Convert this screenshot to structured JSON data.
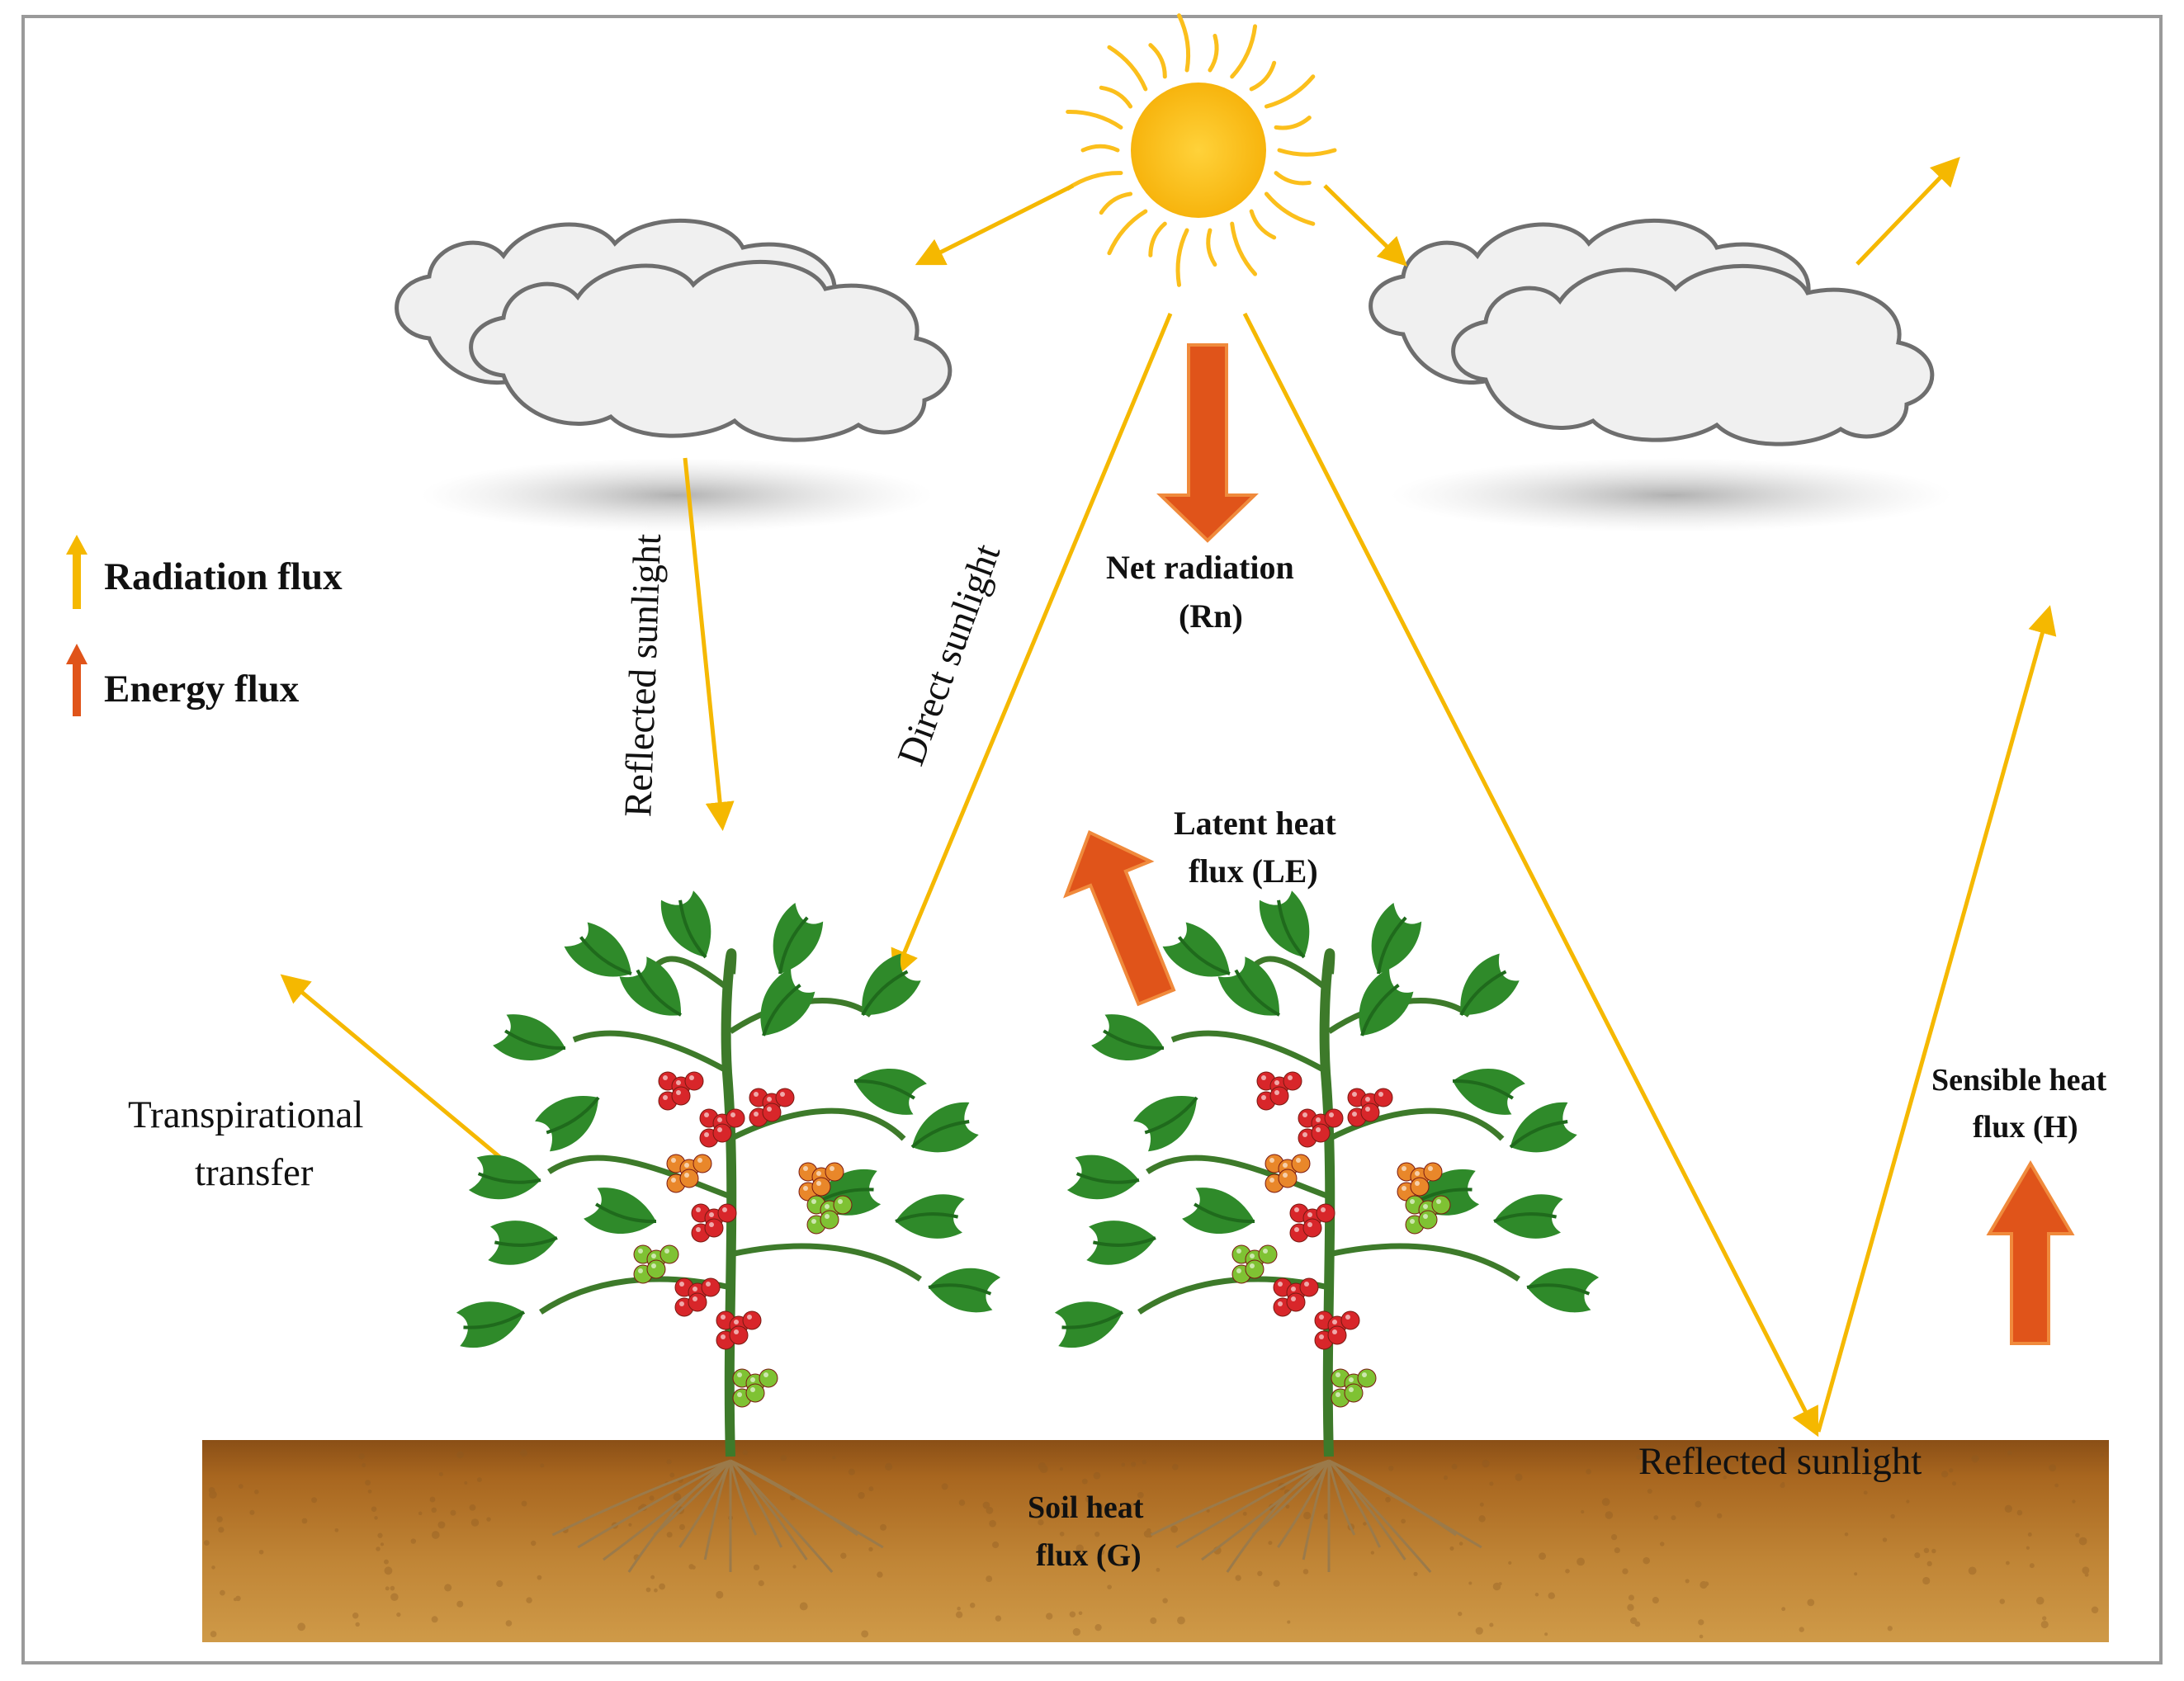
{
  "legend": {
    "radiation": "Radiation flux",
    "energy": "Energy flux"
  },
  "labels": {
    "reflected_left": "Reflected sunlight",
    "direct": "Direct sunlight",
    "net_radiation_1": "Net radiation",
    "net_radiation_2": "(Rn)",
    "latent_1": "Latent heat",
    "latent_2": "flux (LE)",
    "sensible_1": "Sensible heat",
    "sensible_2": "flux (H)",
    "transpiration_1": "Transpirational",
    "transpiration_2": "transfer",
    "soil_1": "Soil heat",
    "soil_2": "flux (G)",
    "reflected_ground": "Reflected sunlight"
  },
  "colors": {
    "radiation_arrow": "#f5b800",
    "energy_arrow": "#e0541a",
    "sun": "#fbbf1c",
    "cloud": "#eeeeee",
    "soil": "#b97a2a",
    "leaf": "#2f8a2a",
    "tomato_red": "#d8262a"
  }
}
